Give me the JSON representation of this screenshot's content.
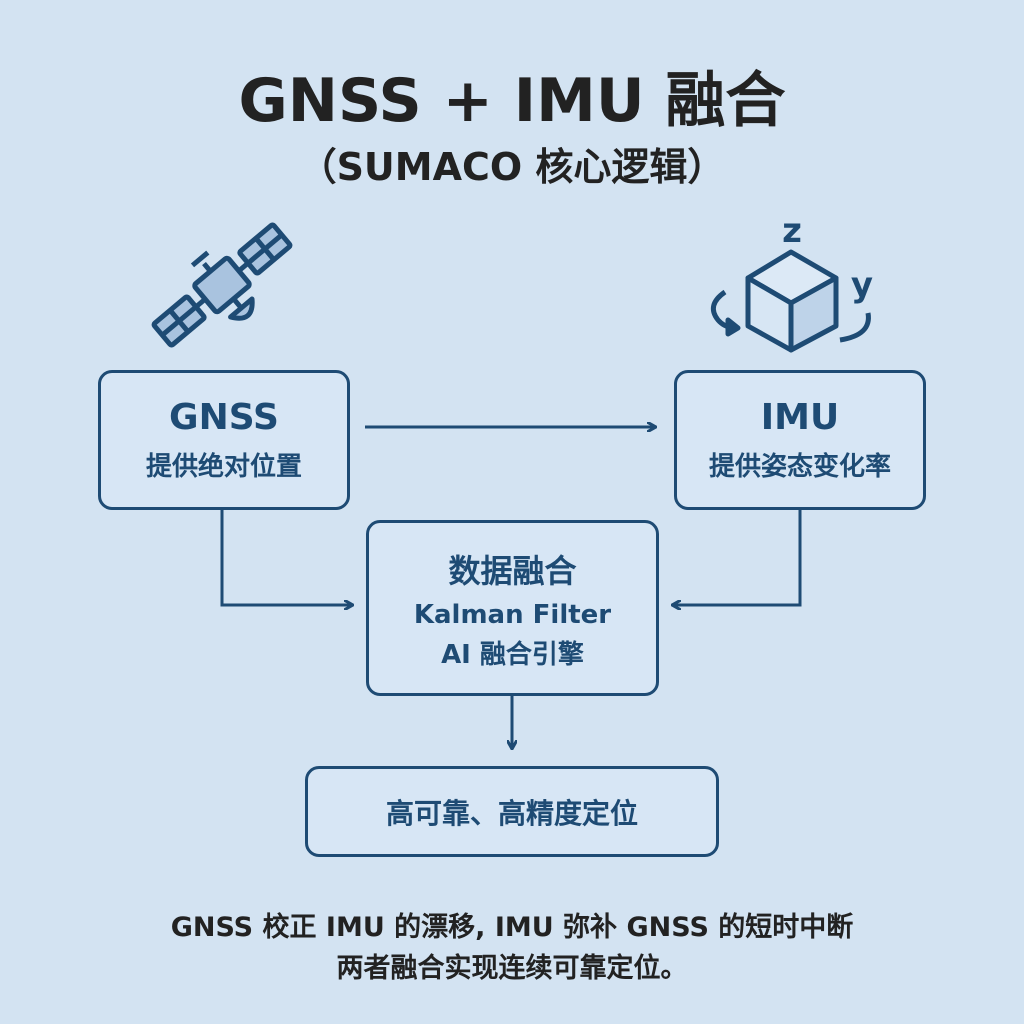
{
  "title": "GNSS + IMU 融合",
  "subtitle": "（SUMACO 核心逻辑）",
  "icons": {
    "satellite": "satellite-icon",
    "imu": "cube-axes-icon",
    "imu_axes": [
      "z",
      "y"
    ]
  },
  "colors": {
    "background": "#d3e3f2",
    "accent": "#1e4b74",
    "text": "#222222"
  },
  "gnss_box": {
    "title": "GNSS",
    "desc": "提供绝对位置"
  },
  "imu_box": {
    "title": "IMU",
    "desc": "提供姿态变化率"
  },
  "fusion_box": {
    "title": "数据融合",
    "line1": "Kalman Filter",
    "line2": "AI 融合引擎"
  },
  "result_box": {
    "label": "高可靠、高精度定位"
  },
  "footer": {
    "line1": "GNSS 校正 IMU 的漂移, IMU 弥补 GNSS 的短时中断",
    "line2": "两者融合实现连续可靠定位。"
  }
}
